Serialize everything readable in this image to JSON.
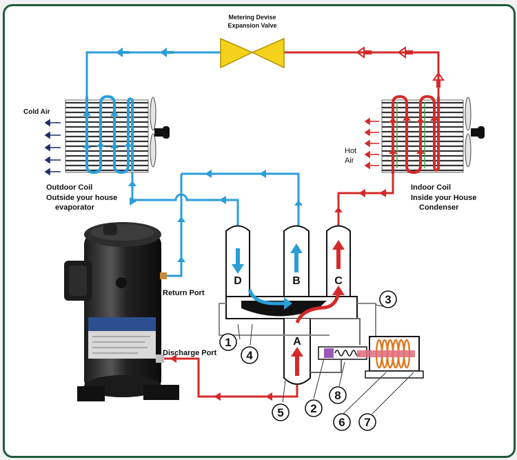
{
  "labels": {
    "valve_line1": "Metering Devise",
    "valve_line2": "Expansion Valve",
    "cold_air": "Cold Air",
    "hot_air_line1": "Hot",
    "hot_air_line2": "Air",
    "outdoor_line1": "Outdoor Coil",
    "outdoor_line2": "Outside your house",
    "outdoor_line3": "evaporator",
    "indoor_line1": "Indoor Coil",
    "indoor_line2": "Inside your House",
    "indoor_line3": "Condenser",
    "return_port": "Return Port",
    "discharge_port": "Discharge Port"
  },
  "ports": {
    "a": "A",
    "b": "B",
    "c": "C",
    "d": "D"
  },
  "callouts": {
    "n1": "1",
    "n2": "2",
    "n3": "3",
    "n4": "4",
    "n5": "5",
    "n6": "6",
    "n7": "7",
    "n8": "8"
  },
  "colors": {
    "hot_line": "#d42a2a",
    "cold_line": "#2a9ed8",
    "frame": "#1e5b3a",
    "valve": "#f4d21b"
  }
}
